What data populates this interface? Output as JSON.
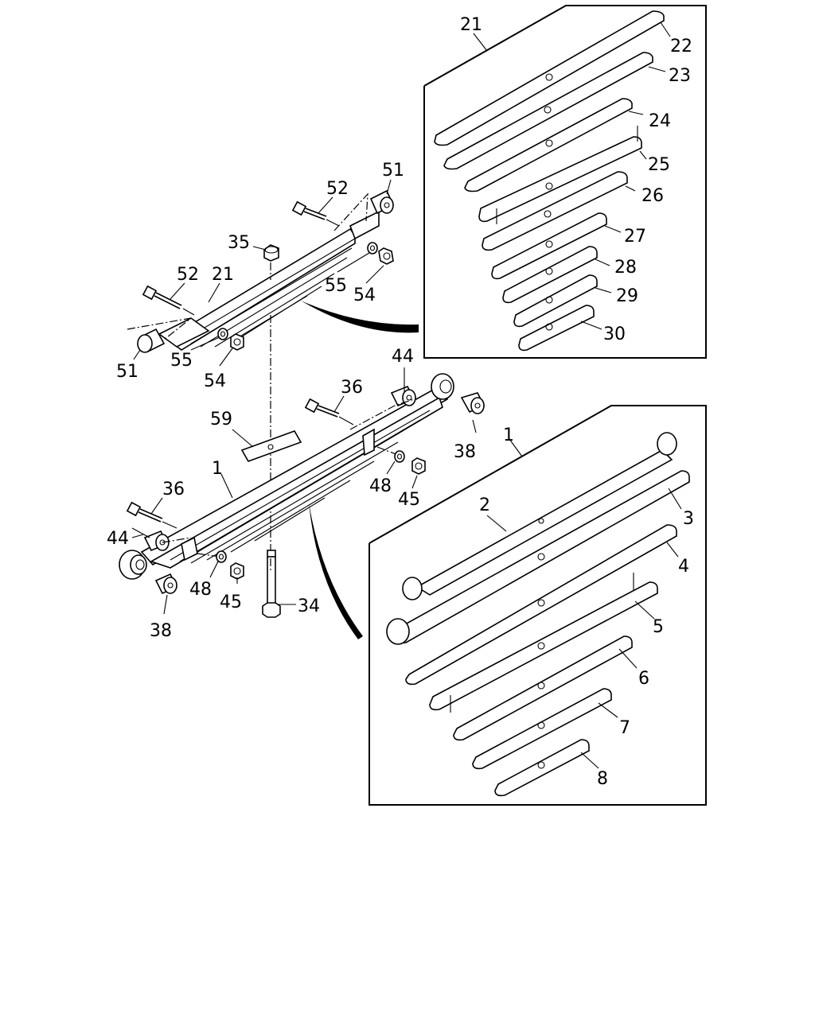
{
  "callouts": {
    "c21_top": "21",
    "c22": "22",
    "c23": "23",
    "c24": "24",
    "c25": "25",
    "c26": "26",
    "c27": "27",
    "c28": "28",
    "c29": "29",
    "c30": "30",
    "c51_top": "51",
    "c52_top": "52",
    "c35": "35",
    "c55_right": "55",
    "c54_right": "54",
    "c52_left": "52",
    "c21_assy": "21",
    "c51_left": "51",
    "c55_left": "55",
    "c54_left": "54",
    "c44_top": "44",
    "c36_top": "36",
    "c38_right": "38",
    "c59": "59",
    "c1_assy": "1",
    "c48_right": "48",
    "c45_right": "45",
    "c36_left": "36",
    "c44_left": "44",
    "c48_left": "48",
    "c45_left": "45",
    "c38_left": "38",
    "c34": "34",
    "c1_box": "1",
    "c2": "2",
    "c3": "3",
    "c4": "4",
    "c5": "5",
    "c6": "6",
    "c7": "7",
    "c8": "8"
  },
  "colors": {
    "line": "#000000",
    "background": "#ffffff"
  }
}
